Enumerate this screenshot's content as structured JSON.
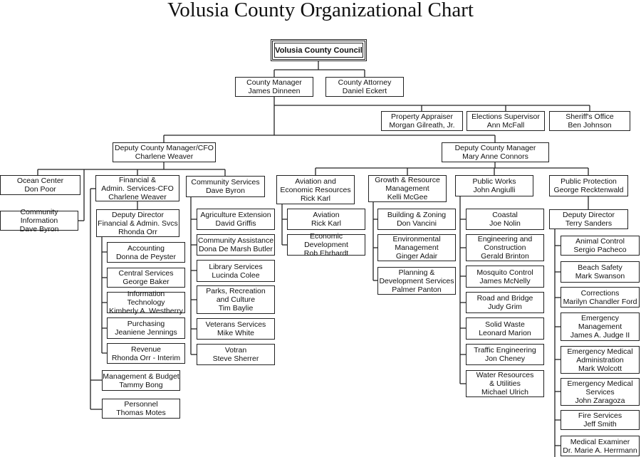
{
  "title": "Volusia County Organizational Chart",
  "boxes": {
    "council": {
      "title": "Volusia County Council",
      "name": ""
    },
    "county_manager": {
      "title": "County Manager",
      "name": "James Dinneen"
    },
    "county_attorney": {
      "title": "County Attorney",
      "name": "Daniel Eckert"
    },
    "property_appraiser": {
      "title": "Property Appraiser",
      "name": "Morgan Gilreath, Jr."
    },
    "elections_supervisor": {
      "title": "Elections Supervisor",
      "name": "Ann McFall"
    },
    "sheriffs_office": {
      "title": "Sheriff's Office",
      "name": "Ben Johnson"
    },
    "deputy_cfo": {
      "title": "Deputy County Manager/CFO",
      "name": "Charlene Weaver"
    },
    "deputy_cm": {
      "title": "Deputy County Manager",
      "name": "Mary Anne Connors"
    },
    "ocean_center": {
      "title": "Ocean Center",
      "name": "Don Poor"
    },
    "community_information": {
      "title": "Community Information",
      "name": "Dave Byron"
    },
    "financial_admin": {
      "title": "Financial &\nAdmin. Services-CFO",
      "name": "Charlene Weaver"
    },
    "deputy_director_fin": {
      "title": "Deputy Director\nFinancial & Admin. Svcs",
      "name": "Rhonda Orr"
    },
    "accounting": {
      "title": "Accounting",
      "name": "Donna de Peyster"
    },
    "central_services": {
      "title": "Central Services",
      "name": "George Baker"
    },
    "information_technology": {
      "title": "Information Technology",
      "name": "Kimberly A. Westberry"
    },
    "purchasing": {
      "title": "Purchasing",
      "name": "Jeaniene Jennings"
    },
    "revenue": {
      "title": "Revenue",
      "name": "Rhonda Orr - Interim"
    },
    "management_budget": {
      "title": "Management & Budget",
      "name": "Tammy Bong"
    },
    "personnel": {
      "title": "Personnel",
      "name": "Thomas Motes"
    },
    "community_services": {
      "title": "Community Services",
      "name": "Dave Byron"
    },
    "agriculture_extension": {
      "title": "Agriculture Extension",
      "name": "David Griffis"
    },
    "community_assistance": {
      "title": "Community Assistance",
      "name": "Dona De Marsh Butler"
    },
    "library_services": {
      "title": "Library Services",
      "name": "Lucinda Colee"
    },
    "parks_recreation": {
      "title": "Parks, Recreation\nand Culture",
      "name": "Tim Baylie"
    },
    "veterans_services": {
      "title": "Veterans Services",
      "name": "Mike White"
    },
    "votran": {
      "title": "Votran",
      "name": "Steve Sherrer"
    },
    "aviation_econ": {
      "title": "Aviation and\nEconomic Resources",
      "name": "Rick Karl"
    },
    "aviation": {
      "title": "Aviation",
      "name": "Rick Karl"
    },
    "economic_development": {
      "title": "Economic Development",
      "name": "Rob Ehrhardt"
    },
    "growth_resource": {
      "title": "Growth & Resource\nManagement",
      "name": "Kelli McGee"
    },
    "building_zoning": {
      "title": "Building & Zoning",
      "name": "Don Vancini"
    },
    "environmental_management": {
      "title": "Environmental\nManagement",
      "name": "Ginger Adair"
    },
    "planning_development": {
      "title": "Planning &\nDevelopment Services",
      "name": "Palmer Panton"
    },
    "public_works": {
      "title": "Public Works",
      "name": "John Angiulli"
    },
    "coastal": {
      "title": "Coastal",
      "name": "Joe Nolin"
    },
    "engineering_construction": {
      "title": "Engineering and\nConstruction",
      "name": "Gerald Brinton"
    },
    "mosquito_control": {
      "title": "Mosquito Control",
      "name": "James McNelly"
    },
    "road_bridge": {
      "title": "Road and Bridge",
      "name": "Judy Grim"
    },
    "solid_waste": {
      "title": "Solid Waste",
      "name": "Leonard Marion"
    },
    "traffic_engineering": {
      "title": "Traffic Engineering",
      "name": "Jon Cheney"
    },
    "water_resources": {
      "title": "Water Resources\n& Utilities",
      "name": "Michael Ulrich"
    },
    "public_protection": {
      "title": "Public Protection",
      "name": "George Recktenwald"
    },
    "deputy_director_pp": {
      "title": "Deputy Director",
      "name": "Terry Sanders"
    },
    "animal_control": {
      "title": "Animal Control",
      "name": "Sergio Pacheco"
    },
    "beach_safety": {
      "title": "Beach Safety",
      "name": "Mark Swanson"
    },
    "corrections": {
      "title": "Corrections",
      "name": "Marilyn Chandler Ford"
    },
    "emergency_management": {
      "title": "Emergency\nManagement",
      "name": "James A. Judge II"
    },
    "emergency_medical_admin": {
      "title": "Emergency Medical\nAdministration",
      "name": "Mark Wolcott"
    },
    "emergency_medical_services": {
      "title": "Emergency Medical\nServices",
      "name": "John Zaragoza"
    },
    "fire_services": {
      "title": "Fire Services",
      "name": "Jeff Smith"
    },
    "medical_examiner": {
      "title": "Medical Examiner",
      "name": "Dr. Marie A. Herrmann"
    }
  }
}
